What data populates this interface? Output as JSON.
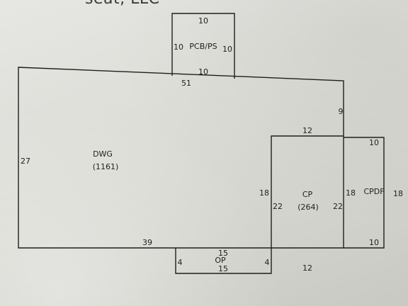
{
  "header": {
    "text": "seat, LLC"
  },
  "areas": {
    "dwg": {
      "name": "DWG",
      "area": "(1161)"
    },
    "cp": {
      "name": "CP",
      "area": "(264)"
    },
    "cpdf": {
      "name": "CPDF"
    },
    "pcb": {
      "name": "PCB/PS"
    },
    "op": {
      "name": "OP"
    }
  },
  "dimensions": {
    "dwg_top": "51",
    "dwg_left": "27",
    "dwg_bottom": "39",
    "dwg_right_upper": "9",
    "dwg_right_lower": "18",
    "pcb_top": "10",
    "pcb_bottom": "10",
    "pcb_left": "10",
    "pcb_right": "10",
    "cp_top": "12",
    "cp_bottom": "12",
    "cp_left": "22",
    "cp_right": "22",
    "cpdf_top": "10",
    "cpdf_bottom": "10",
    "cpdf_left": "18",
    "cpdf_right": "18",
    "op_top": "15",
    "op_bottom": "15",
    "op_left": "4",
    "op_right": "4"
  }
}
